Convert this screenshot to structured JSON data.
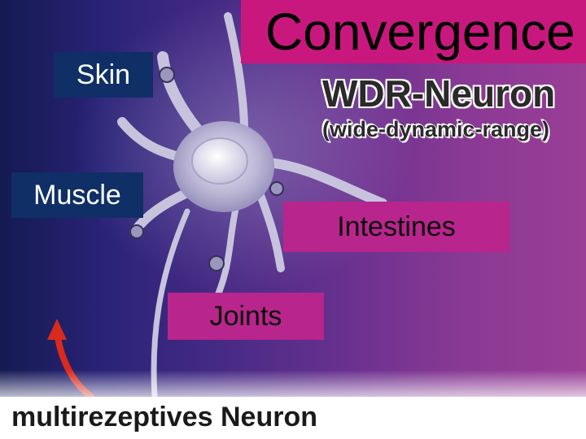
{
  "slide": {
    "title": "Convergence",
    "heading": "WDR-Neuron",
    "subheading": "(wide-dynamic-range)",
    "labels": {
      "skin": "Skin",
      "muscle": "Muscle",
      "intestines": "Intestines",
      "joints": "Joints"
    },
    "caption": "multirezeptives Neuron"
  },
  "colors": {
    "title_box": "#c8187e",
    "label_box_dark": "#0f2f66",
    "label_box_pink": "#b8258c",
    "arrow": "#d92a1c"
  }
}
